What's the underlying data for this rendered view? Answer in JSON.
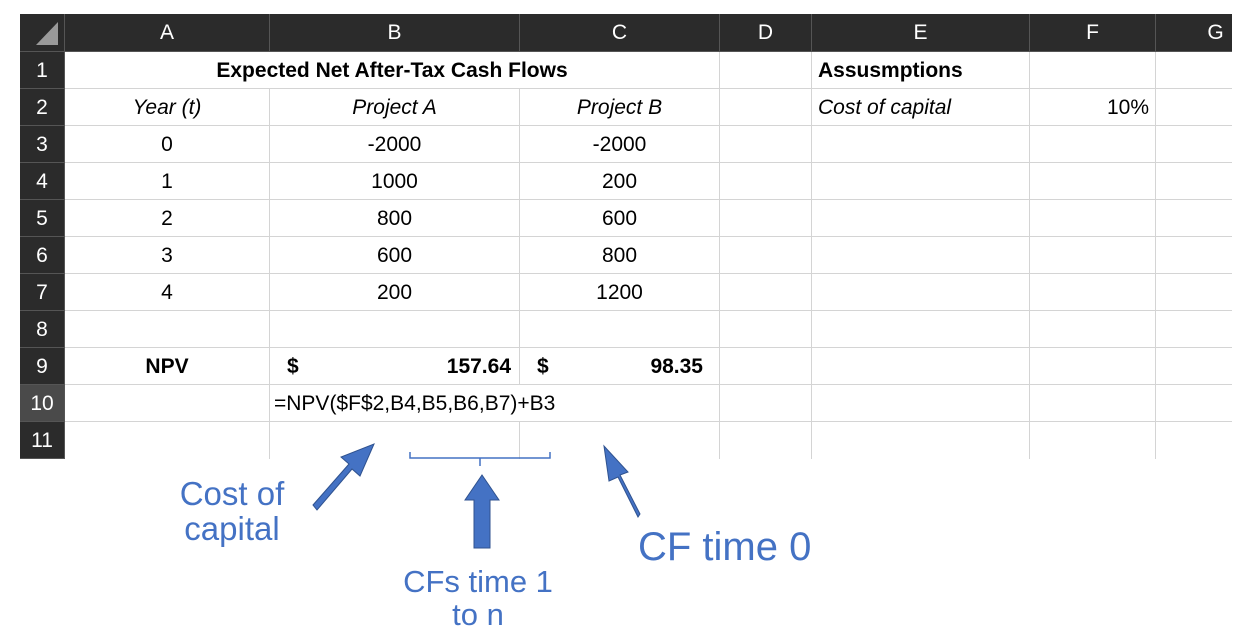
{
  "columns": [
    "A",
    "B",
    "C",
    "D",
    "E",
    "F",
    "G"
  ],
  "rows": [
    "1",
    "2",
    "3",
    "4",
    "5",
    "6",
    "7",
    "8",
    "9",
    "10",
    "11"
  ],
  "title": "Expected Net After-Tax Cash Flows",
  "headers": {
    "year": "Year (t)",
    "project_a": "Project A",
    "project_b": "Project B"
  },
  "years": [
    "0",
    "1",
    "2",
    "3",
    "4"
  ],
  "project_a": [
    "-2000",
    "1000",
    "800",
    "600",
    "200"
  ],
  "project_b": [
    "-2000",
    "200",
    "600",
    "800",
    "1200"
  ],
  "npv": {
    "label": "NPV",
    "currency": "$",
    "a_value": "157.64",
    "b_value": "98.35"
  },
  "formula": "=NPV($F$2,B4,B5,B6,B7)+B3",
  "assumptions": {
    "title": "Assusmptions",
    "cost_label": "Cost of capital",
    "cost_value": "10%"
  },
  "annotations": {
    "cost_of_capital": [
      "Cost of",
      "capital"
    ],
    "cfs_time": [
      "CFs time 1",
      "to n"
    ],
    "cf_time0": "CF time 0"
  },
  "colors": {
    "accent": "#4472c4",
    "header_bg": "#2b2b2b",
    "grid": "#d4d4d4"
  }
}
